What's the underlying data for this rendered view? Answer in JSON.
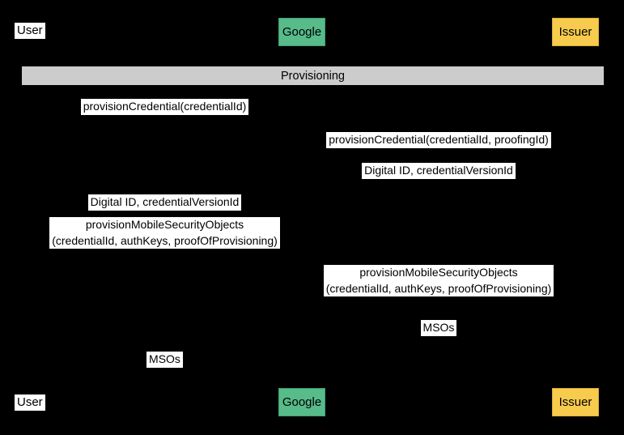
{
  "actors": {
    "user": "User",
    "google": "Google",
    "issuer": "Issuer"
  },
  "section": {
    "title": "Provisioning"
  },
  "messages": [
    {
      "text": "provisionCredential(credentialId)"
    },
    {
      "text": "provisionCredential(credentialId, proofingId)"
    },
    {
      "text": "Digital ID, credentialVersionId"
    },
    {
      "text": "Digital ID, credentialVersionId"
    },
    {
      "text": "provisionMobileSecurityObjects\n(credentialId, authKeys, proofOfProvisioning)"
    },
    {
      "text": "provisionMobileSecurityObjects\n(credentialId, authKeys, proofOfProvisioning)"
    },
    {
      "text": "MSOs"
    },
    {
      "text": "MSOs"
    }
  ],
  "colors": {
    "background": "#000000",
    "google_box": "#57bb8a",
    "issuer_box": "#f7cb4d",
    "section_band": "#cccccc",
    "label_bg": "#ffffff"
  }
}
